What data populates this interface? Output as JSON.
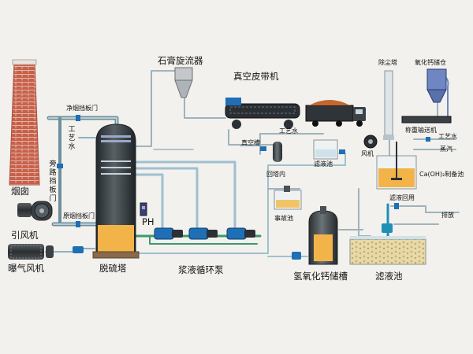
{
  "labels": {
    "chimney": "烟囱",
    "induced_fan": "引风机",
    "aeration_fan": "曝气风机",
    "clean_damper": "净烟挡板门",
    "process_water_left": "工艺水",
    "bypass_damper": "旁路挡板门",
    "raw_damper": "原烟挡板门",
    "absorber": "脱硫塔",
    "ph": "PH",
    "slurry_pumps": "浆液循环泵",
    "gypsum_cyclone": "石膏旋流器",
    "vacuum_belt": "真空皮带机",
    "vacuum_tank": "真空槽",
    "process_water_mid": "工艺水",
    "filtrate_pool_mid": "滤液池",
    "tower_inner": "回塔内",
    "accident_pool": "事故池",
    "caoh_tank": "氢氧化钙储槽",
    "dust_tower": "除尘塔",
    "lime_silo": "氧化钙储仓",
    "weighing_conveyor": "称重输送机",
    "process_water_right": "工艺水",
    "steam": "蒸汽",
    "fan_right": "风机",
    "caoh_prep": "Ca(OH)₂制备池",
    "filtrate_return": "滤液回用",
    "discharge": "排放",
    "filtrate_pool_bottom": "滤液池"
  },
  "colors": {
    "background": "#f2f1ee",
    "pipe": "#6e8f9b",
    "pipe_light": "#9fc0cf",
    "pipe_green": "#3a9a6a",
    "pump_blue": "#1e6fb5",
    "brick": "#c9604a",
    "slurry": "#f2b448",
    "tower_dark": "#2e3438"
  }
}
